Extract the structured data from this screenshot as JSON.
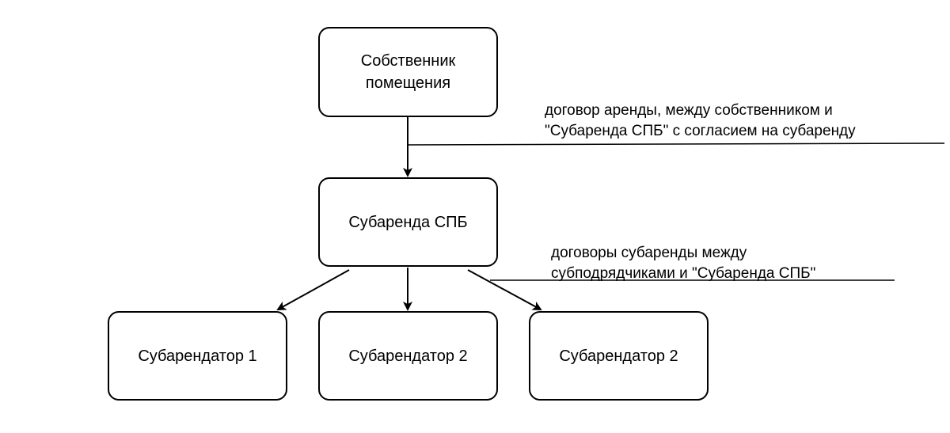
{
  "nodes": {
    "owner": "Собственник\nпомещения",
    "spb": "Субаренда СПБ",
    "sub1": "Субарендатор 1",
    "sub2": "Субарендатор 2",
    "sub3": "Субарендатор 2"
  },
  "notes": {
    "lease_line1": "договор аренды, между собственником и",
    "lease_line2": "\"Субаренда СПБ\" с согласием на субаренду",
    "sublease_line1": "договоры субаренды между",
    "sublease_line2": "субподрядчиками и \"Субаренда СПБ\""
  }
}
